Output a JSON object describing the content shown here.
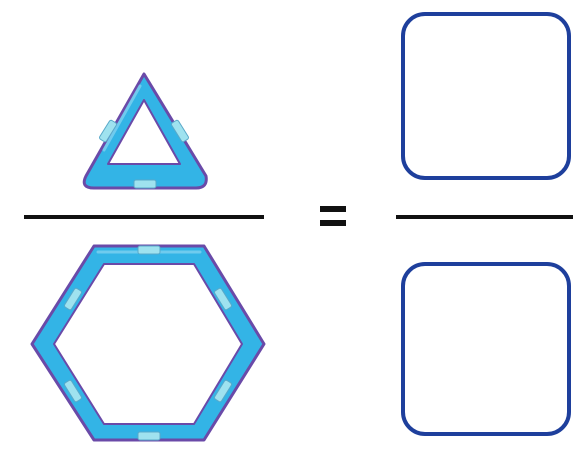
{
  "diagram": {
    "numerator_shape": "triangle-magnetic-tile",
    "denominator_shape": "hexagon-magnetic-tile",
    "operator_icon": "equals-sign",
    "answer_boxes": [
      "numerator-answer-box",
      "denominator-answer-box"
    ]
  },
  "colors": {
    "tile_fill": "#33b4e6",
    "tile_edge": "#6a4aa8",
    "tile_highlight": "#7fd1f0",
    "connector": "#9fe2ef",
    "box_border": "#1e3f9c",
    "fraction_bar": "#111111",
    "equals": "#111111"
  }
}
